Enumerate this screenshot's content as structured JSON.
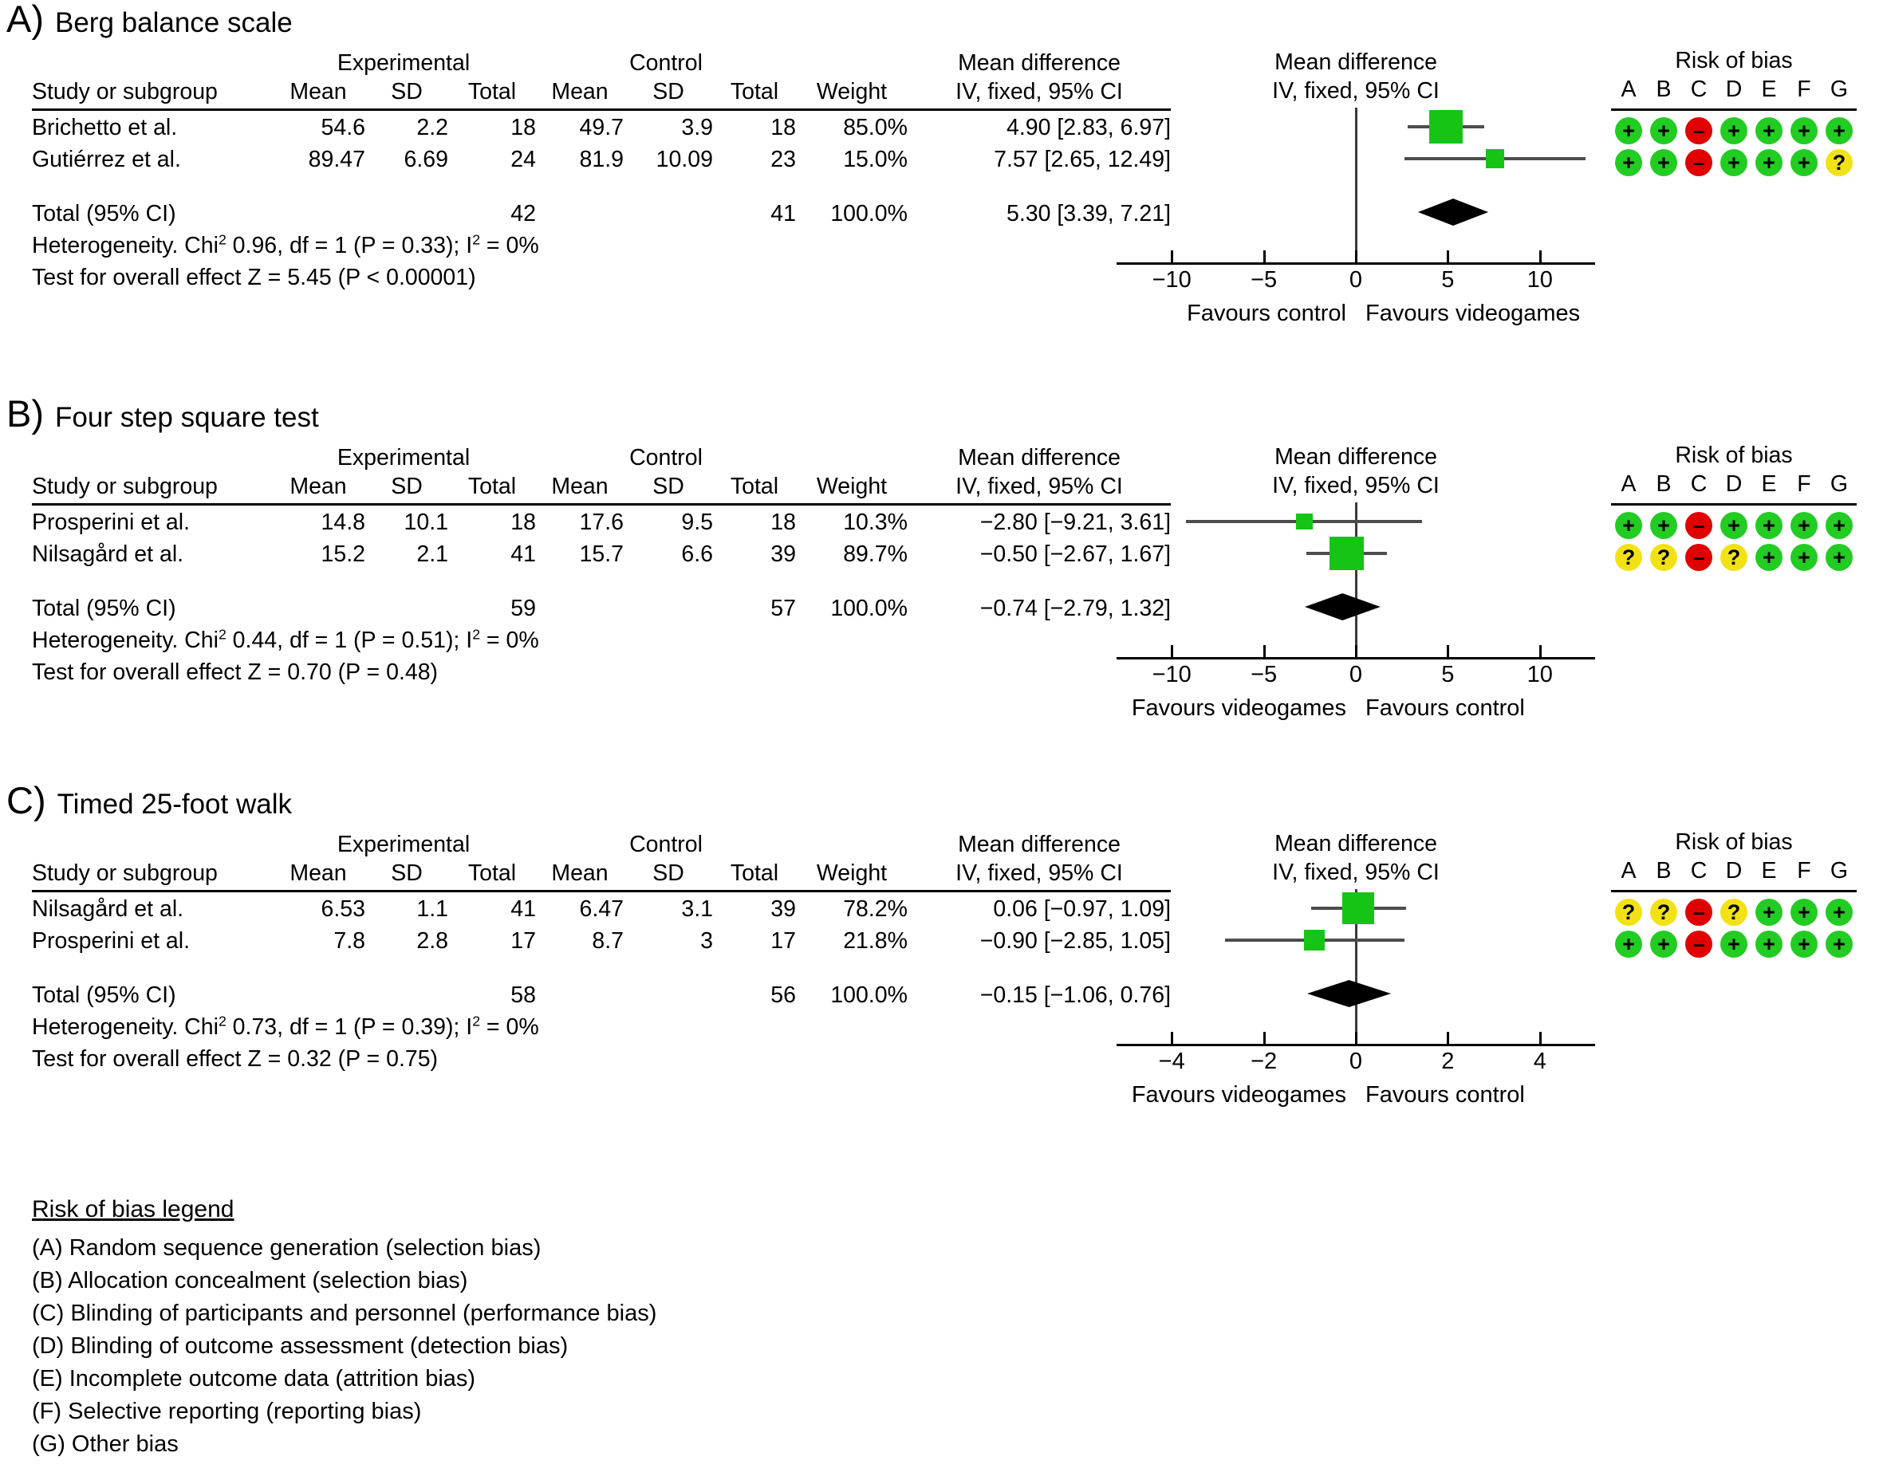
{
  "figure": {
    "panels": [
      {
        "letter": "A)",
        "title": "Berg balance scale",
        "headers": {
          "group_experimental": "Experimental",
          "group_control": "Control",
          "group_md": "Mean difference",
          "plot_title_line1": "Mean difference",
          "plot_title_line2": "IV, fixed, 95% CI",
          "rob_title": "Risk of bias",
          "study": "Study or subgroup",
          "mean": "Mean",
          "sd": "SD",
          "total": "Total",
          "weight": "Weight",
          "md_sub": "IV, fixed, 95% CI"
        },
        "rows": [
          {
            "study": "Brichetto et al.",
            "exp_mean": "54.6",
            "exp_sd": "2.2",
            "exp_total": "18",
            "ctl_mean": "49.7",
            "ctl_sd": "3.9",
            "ctl_total": "18",
            "weight": "85.0%",
            "md": "4.90 [2.83, 6.97]",
            "est": 4.9,
            "lo": 2.83,
            "hi": 6.97,
            "w": 85.0,
            "rob": [
              "+",
              "+",
              "-",
              "+",
              "+",
              "+",
              "+"
            ]
          },
          {
            "study": "Gutiérrez et al.",
            "exp_mean": "89.47",
            "exp_sd": "6.69",
            "exp_total": "24",
            "ctl_mean": "81.9",
            "ctl_sd": "10.09",
            "ctl_total": "23",
            "weight": "15.0%",
            "md": "7.57 [2.65, 12.49]",
            "est": 7.57,
            "lo": 2.65,
            "hi": 12.49,
            "w": 15.0,
            "rob": [
              "+",
              "+",
              "-",
              "+",
              "+",
              "+",
              "?"
            ]
          }
        ],
        "total": {
          "label": "Total (95% CI)",
          "exp_total": "42",
          "ctl_total": "41",
          "weight": "100.0%",
          "md": "5.30 [3.39, 7.21]",
          "est": 5.3,
          "lo": 3.39,
          "hi": 7.21
        },
        "heterogeneity": {
          "prefix": "Heterogeneity. Chi",
          "sup1": "2",
          "mid": " 0.96, df = 1 (P = 0.33); I",
          "sup2": "2",
          "suffix": " = 0%"
        },
        "overall_effect": "Test for overall effect Z = 5.45 (P < 0.00001)",
        "axis": {
          "ticks": [
            "−10",
            "−5",
            "0",
            "5",
            "10"
          ],
          "tickvals": [
            -10,
            -5,
            0,
            5,
            10
          ],
          "min": -13,
          "max": 13
        },
        "favours_left": "Favours control",
        "favours_right": "Favours videogames"
      },
      {
        "letter": "B)",
        "title": "Four step square test",
        "headers": {
          "group_experimental": "Experimental",
          "group_control": "Control",
          "group_md": "Mean difference",
          "plot_title_line1": "Mean difference",
          "plot_title_line2": "IV, fixed, 95% CI",
          "rob_title": "Risk of bias",
          "study": "Study or subgroup",
          "mean": "Mean",
          "sd": "SD",
          "total": "Total",
          "weight": "Weight",
          "md_sub": "IV, fixed, 95% CI"
        },
        "rows": [
          {
            "study": "Prosperini et al.",
            "exp_mean": "14.8",
            "exp_sd": "10.1",
            "exp_total": "18",
            "ctl_mean": "17.6",
            "ctl_sd": "9.5",
            "ctl_total": "18",
            "weight": "10.3%",
            "md": "−2.80 [−9.21, 3.61]",
            "est": -2.8,
            "lo": -9.21,
            "hi": 3.61,
            "w": 10.3,
            "rob": [
              "+",
              "+",
              "-",
              "+",
              "+",
              "+",
              "+"
            ]
          },
          {
            "study": "Nilsagård et al.",
            "exp_mean": "15.2",
            "exp_sd": "2.1",
            "exp_total": "41",
            "ctl_mean": "15.7",
            "ctl_sd": "6.6",
            "ctl_total": "39",
            "weight": "89.7%",
            "md": "−0.50 [−2.67, 1.67]",
            "est": -0.5,
            "lo": -2.67,
            "hi": 1.67,
            "w": 89.7,
            "rob": [
              "?",
              "?",
              "-",
              "?",
              "+",
              "+",
              "+"
            ]
          }
        ],
        "total": {
          "label": "Total (95% CI)",
          "exp_total": "59",
          "ctl_total": "57",
          "weight": "100.0%",
          "md": "−0.74 [−2.79, 1.32]",
          "est": -0.74,
          "lo": -2.79,
          "hi": 1.32
        },
        "heterogeneity": {
          "prefix": "Heterogeneity. Chi",
          "sup1": "2",
          "mid": " 0.44, df = 1 (P = 0.51); I",
          "sup2": "2",
          "suffix": " = 0%"
        },
        "overall_effect": "Test for overall effect Z = 0.70 (P = 0.48)",
        "axis": {
          "ticks": [
            "−10",
            "−5",
            "0",
            "5",
            "10"
          ],
          "tickvals": [
            -10,
            -5,
            0,
            5,
            10
          ],
          "min": -13,
          "max": 13
        },
        "favours_left": "Favours videogames",
        "favours_right": "Favours control"
      },
      {
        "letter": "C)",
        "title": "Timed 25-foot walk",
        "headers": {
          "group_experimental": "Experimental",
          "group_control": "Control",
          "group_md": "Mean difference",
          "plot_title_line1": "Mean difference",
          "plot_title_line2": "IV, fixed, 95% CI",
          "rob_title": "Risk of bias",
          "study": "Study or subgroup",
          "mean": "Mean",
          "sd": "SD",
          "total": "Total",
          "weight": "Weight",
          "md_sub": "IV, fixed, 95% CI"
        },
        "rows": [
          {
            "study": "Nilsagård et al.",
            "exp_mean": "6.53",
            "exp_sd": "1.1",
            "exp_total": "41",
            "ctl_mean": "6.47",
            "ctl_sd": "3.1",
            "ctl_total": "39",
            "weight": "78.2%",
            "md": "0.06 [−0.97, 1.09]",
            "est": 0.06,
            "lo": -0.97,
            "hi": 1.09,
            "w": 78.2,
            "rob": [
              "?",
              "?",
              "-",
              "?",
              "+",
              "+",
              "+"
            ]
          },
          {
            "study": "Prosperini et al.",
            "exp_mean": "7.8",
            "exp_sd": "2.8",
            "exp_total": "17",
            "ctl_mean": "8.7",
            "ctl_sd": "3",
            "ctl_total": "17",
            "weight": "21.8%",
            "md": "−0.90 [−2.85, 1.05]",
            "est": -0.9,
            "lo": -2.85,
            "hi": 1.05,
            "w": 21.8,
            "rob": [
              "+",
              "+",
              "-",
              "+",
              "+",
              "+",
              "+"
            ]
          }
        ],
        "total": {
          "label": "Total (95% CI)",
          "exp_total": "58",
          "ctl_total": "56",
          "weight": "100.0%",
          "md": "−0.15 [−1.06, 0.76]",
          "est": -0.15,
          "lo": -1.06,
          "hi": 0.76
        },
        "heterogeneity": {
          "prefix": "Heterogeneity. Chi",
          "sup1": "2",
          "mid": " 0.73, df = 1 (P = 0.39); I",
          "sup2": "2",
          "suffix": " = 0%"
        },
        "overall_effect": "Test for overall effect Z = 0.32 (P = 0.75)",
        "axis": {
          "ticks": [
            "−4",
            "−2",
            "0",
            "2",
            "4"
          ],
          "tickvals": [
            -4,
            -2,
            0,
            2,
            4
          ],
          "min": -5.2,
          "max": 5.2
        },
        "favours_left": "Favours videogames",
        "favours_right": "Favours control"
      }
    ],
    "rob_letters": [
      "A",
      "B",
      "C",
      "D",
      "E",
      "F",
      "G"
    ],
    "legend": {
      "title": "Risk of bias legend",
      "items": [
        "(A) Random sequence generation (selection bias)",
        "(B) Allocation concealment (selection bias)",
        "(C) Blinding of participants and personnel (performance bias)",
        "(D) Blinding of outcome assessment (detection bias)",
        "(E) Incomplete outcome data (attrition bias)",
        "(F) Selective reporting (reporting bias)",
        "(G) Other bias"
      ]
    },
    "colors": {
      "low_risk": "#22cc22",
      "high_risk": "#e00000",
      "unclear_risk": "#f2e215",
      "study_marker": "#16c416",
      "pooled_marker": "#000000"
    }
  },
  "chart_data": {
    "type": "forest",
    "title": "Forest plots of videogame-based training vs control on balance/gait outcomes",
    "panels": [
      {
        "id": "A",
        "outcome": "Berg balance scale",
        "effect_measure": "Mean difference (IV, fixed, 95% CI)",
        "studies": [
          {
            "name": "Brichetto et al.",
            "estimate": 4.9,
            "ci_low": 2.83,
            "ci_high": 6.97,
            "weight_pct": 85.0,
            "exp_n": 18,
            "ctl_n": 18
          },
          {
            "name": "Gutiérrez et al.",
            "estimate": 7.57,
            "ci_low": 2.65,
            "ci_high": 12.49,
            "weight_pct": 15.0,
            "exp_n": 24,
            "ctl_n": 23
          }
        ],
        "pooled": {
          "estimate": 5.3,
          "ci_low": 3.39,
          "ci_high": 7.21,
          "weight_pct": 100.0,
          "exp_n": 42,
          "ctl_n": 41
        },
        "heterogeneity": {
          "chi2": 0.96,
          "df": 1,
          "p": 0.33,
          "i2_pct": 0
        },
        "overall_effect": {
          "z": 5.45,
          "p_text": "< 0.00001"
        },
        "xlim": [
          -13,
          13
        ],
        "xticks": [
          -10,
          -5,
          0,
          5,
          10
        ],
        "xlabel_left": "Favours control",
        "xlabel_right": "Favours videogames"
      },
      {
        "id": "B",
        "outcome": "Four step square test",
        "effect_measure": "Mean difference (IV, fixed, 95% CI)",
        "studies": [
          {
            "name": "Prosperini et al.",
            "estimate": -2.8,
            "ci_low": -9.21,
            "ci_high": 3.61,
            "weight_pct": 10.3,
            "exp_n": 18,
            "ctl_n": 18
          },
          {
            "name": "Nilsagård et al.",
            "estimate": -0.5,
            "ci_low": -2.67,
            "ci_high": 1.67,
            "weight_pct": 89.7,
            "exp_n": 41,
            "ctl_n": 39
          }
        ],
        "pooled": {
          "estimate": -0.74,
          "ci_low": -2.79,
          "ci_high": 1.32,
          "weight_pct": 100.0,
          "exp_n": 59,
          "ctl_n": 57
        },
        "heterogeneity": {
          "chi2": 0.44,
          "df": 1,
          "p": 0.51,
          "i2_pct": 0
        },
        "overall_effect": {
          "z": 0.7,
          "p_text": "= 0.48"
        },
        "xlim": [
          -13,
          13
        ],
        "xticks": [
          -10,
          -5,
          0,
          5,
          10
        ],
        "xlabel_left": "Favours videogames",
        "xlabel_right": "Favours control"
      },
      {
        "id": "C",
        "outcome": "Timed 25-foot walk",
        "effect_measure": "Mean difference (IV, fixed, 95% CI)",
        "studies": [
          {
            "name": "Nilsagård et al.",
            "estimate": 0.06,
            "ci_low": -0.97,
            "ci_high": 1.09,
            "weight_pct": 78.2,
            "exp_n": 41,
            "ctl_n": 39
          },
          {
            "name": "Prosperini et al.",
            "estimate": -0.9,
            "ci_low": -2.85,
            "ci_high": 1.05,
            "weight_pct": 21.8,
            "exp_n": 17,
            "ctl_n": 17
          }
        ],
        "pooled": {
          "estimate": -0.15,
          "ci_low": -1.06,
          "ci_high": 0.76,
          "weight_pct": 100.0,
          "exp_n": 58,
          "ctl_n": 56
        },
        "heterogeneity": {
          "chi2": 0.73,
          "df": 1,
          "p": 0.39,
          "i2_pct": 0
        },
        "overall_effect": {
          "z": 0.32,
          "p_text": "= 0.75"
        },
        "xlim": [
          -5.2,
          5.2
        ],
        "xticks": [
          -4,
          -2,
          0,
          2,
          4
        ],
        "xlabel_left": "Favours videogames",
        "xlabel_right": "Favours control"
      }
    ]
  }
}
